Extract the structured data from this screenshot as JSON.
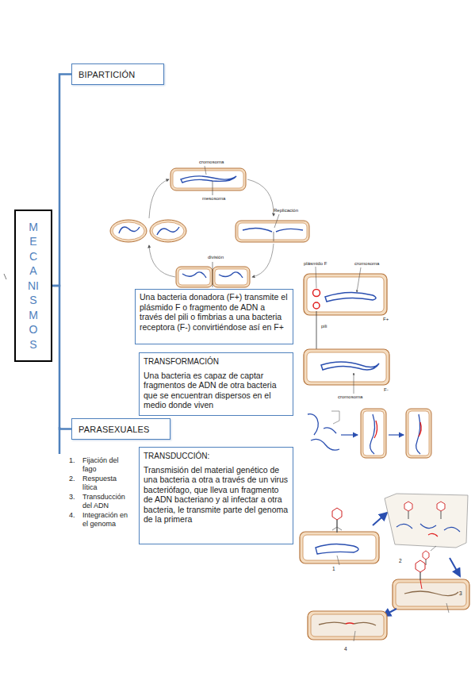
{
  "diagram": {
    "nodes": [
      {
        "text": [
          "MECANISMOS"
        ]
      },
      {
        "text": [
          "BIPARTICIÓN"
        ]
      },
      {
        "text": [
          "PARASEXUALES"
        ]
      },
      {
        "text": [
          "Una bacteria donadora (F+) transmite el plásmido F o fragmento de ADN a través del pili o fimbrias a una bacteria receptora (F-) convirtiéndose así en F+"
        ]
      },
      {
        "text": [
          "TRANSFORMACIÓN",
          "Una bacteria es capaz de captar fragmentos de ADN de otra bacteria que se encuentran dispersos en el medio donde viven"
        ]
      },
      {
        "text": [
          "TRANSDUCCIÓN:",
          "Transmisión del material genético de una bacteria a otra a través de un virus bacteriófago, que lleva un fragmento de ADN bacteriano y al infectar a otra bacteria, le transmite parte del genoma de la primera"
        ]
      }
    ],
    "edges": [
      {
        "from": 0,
        "to": 1,
        "arrow": "none"
      },
      {
        "from": 0,
        "to": 2,
        "arrow": "none"
      }
    ],
    "labels": [
      "cromosoma",
      "mesosoma",
      "Replicación",
      "división",
      "plásmido F",
      "cromosoma",
      "F+",
      "pili",
      "F-",
      "cromosoma",
      "1.",
      "Fijación del fago",
      "2.",
      "Respuesta lítica",
      "3.",
      "Transducción del ADN",
      "4.",
      "Integración en el genoma",
      "1",
      "2",
      "3",
      "4"
    ]
  }
}
